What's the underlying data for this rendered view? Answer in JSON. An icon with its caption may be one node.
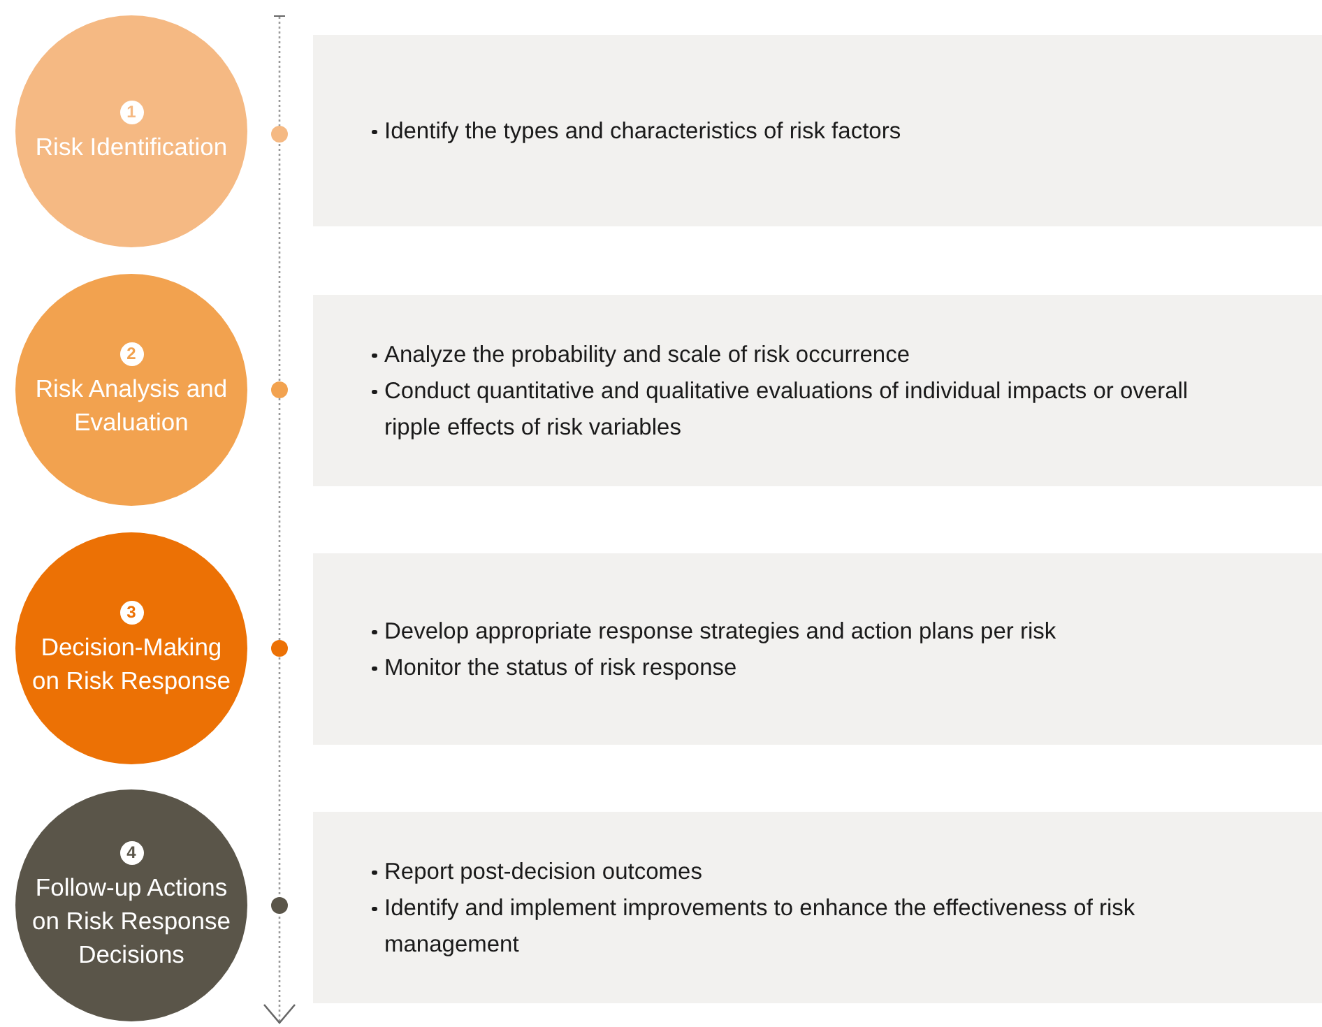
{
  "diagram": {
    "nodes": [
      {
        "text": [
          "1",
          "Risk Identification"
        ]
      },
      {
        "text": [
          "Identify the types and characteristics of risk factors"
        ]
      },
      {
        "text": [
          "2",
          "Risk Analysis and Evaluation"
        ]
      },
      {
        "text": [
          "Analyze the probability and scale of risk occurrence",
          "Conduct quantitative and qualitative evaluations of individual impacts or overall ripple effects of risk variables"
        ]
      },
      {
        "text": [
          "3",
          "Decision-Making on Risk Response"
        ]
      },
      {
        "text": [
          "Develop appropriate response strategies and action plans per risk",
          "Monitor the status of risk response"
        ]
      },
      {
        "text": [
          "4",
          "Follow-up Actions on Risk Response Decisions"
        ]
      },
      {
        "text": [
          "Report post-decision outcomes",
          "Identify and implement improvements to enhance the effectiveness of risk management"
        ]
      }
    ]
  }
}
